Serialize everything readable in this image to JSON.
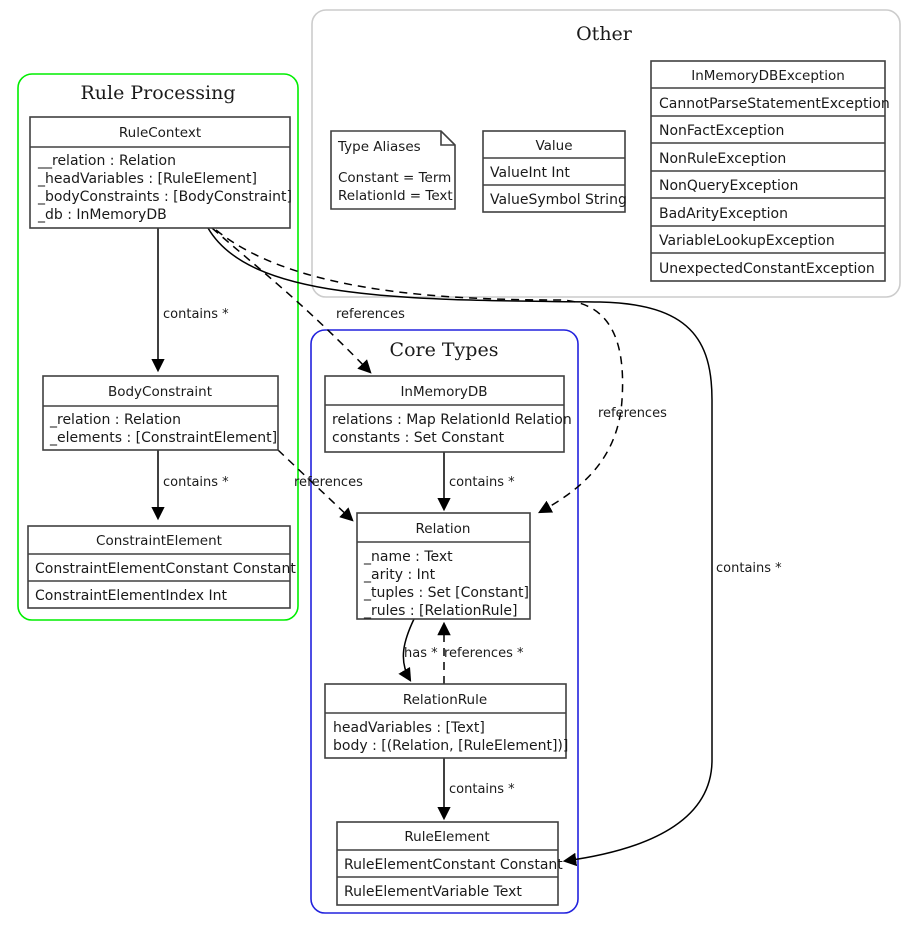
{
  "packages": [
    {
      "id": "rule-processing",
      "title": "Rule Processing",
      "color": "#00ee00"
    },
    {
      "id": "other",
      "title": "Other",
      "color": "#cccccc"
    },
    {
      "id": "core-types",
      "title": "Core Types",
      "color": "#2222dd"
    }
  ],
  "classes": {
    "rule_context": {
      "name": "RuleContext",
      "attrs": [
        "__relation : Relation",
        "_headVariables : [RuleElement]",
        "_bodyConstraints : [BodyConstraint]",
        "_db : InMemoryDB"
      ]
    },
    "body_constraint": {
      "name": "BodyConstraint",
      "attrs": [
        "_relation : Relation",
        "_elements : [ConstraintElement]"
      ]
    },
    "constraint_element": {
      "name": "ConstraintElement",
      "rows": [
        "ConstraintElementConstant Constant",
        "ConstraintElementIndex Int"
      ]
    },
    "in_memory_db": {
      "name": "InMemoryDB",
      "attrs": [
        "relations : Map RelationId Relation",
        "constants : Set Constant"
      ]
    },
    "relation": {
      "name": "Relation",
      "attrs": [
        "_name : Text",
        "_arity : Int",
        "_tuples : Set [Constant]",
        "_rules : [RelationRule]"
      ]
    },
    "relation_rule": {
      "name": "RelationRule",
      "attrs": [
        "headVariables : [Text]",
        "body : [(Relation, [RuleElement])]"
      ]
    },
    "rule_element": {
      "name": "RuleElement",
      "rows": [
        "RuleElementConstant Constant",
        "RuleElementVariable Text"
      ]
    },
    "value": {
      "name": "Value",
      "rows": [
        "ValueInt Int",
        "ValueSymbol String"
      ]
    },
    "exceptions": {
      "name": "InMemoryDBException",
      "rows": [
        "CannotParseStatementException",
        "NonFactException",
        "NonRuleException",
        "NonQueryException",
        "BadArityException",
        "VariableLookupException",
        "UnexpectedConstantException"
      ]
    }
  },
  "note": {
    "title": "Type Aliases",
    "lines": [
      "Constant = Term",
      "RelationId = Text"
    ]
  },
  "edges": [
    {
      "id": "rulecontext-bodyconstraint",
      "label": "contains *",
      "style": "solid"
    },
    {
      "id": "rulecontext-ruleelement",
      "label": "contains *",
      "style": "solid"
    },
    {
      "id": "rulecontext-inmemorydb",
      "label": "references",
      "style": "dashed"
    },
    {
      "id": "rulecontext-relation",
      "label": "references",
      "style": "dashed"
    },
    {
      "id": "bodyconstraint-constraintelement",
      "label": "contains *",
      "style": "solid"
    },
    {
      "id": "bodyconstraint-relation",
      "label": "references",
      "style": "dashed"
    },
    {
      "id": "inmemorydb-relation",
      "label": "contains *",
      "style": "solid"
    },
    {
      "id": "relation-relationrule",
      "label": "has *",
      "style": "solid"
    },
    {
      "id": "relationrule-relation",
      "label": "references *",
      "style": "dashed"
    },
    {
      "id": "relationrule-ruleelement",
      "label": "contains *",
      "style": "solid"
    }
  ]
}
